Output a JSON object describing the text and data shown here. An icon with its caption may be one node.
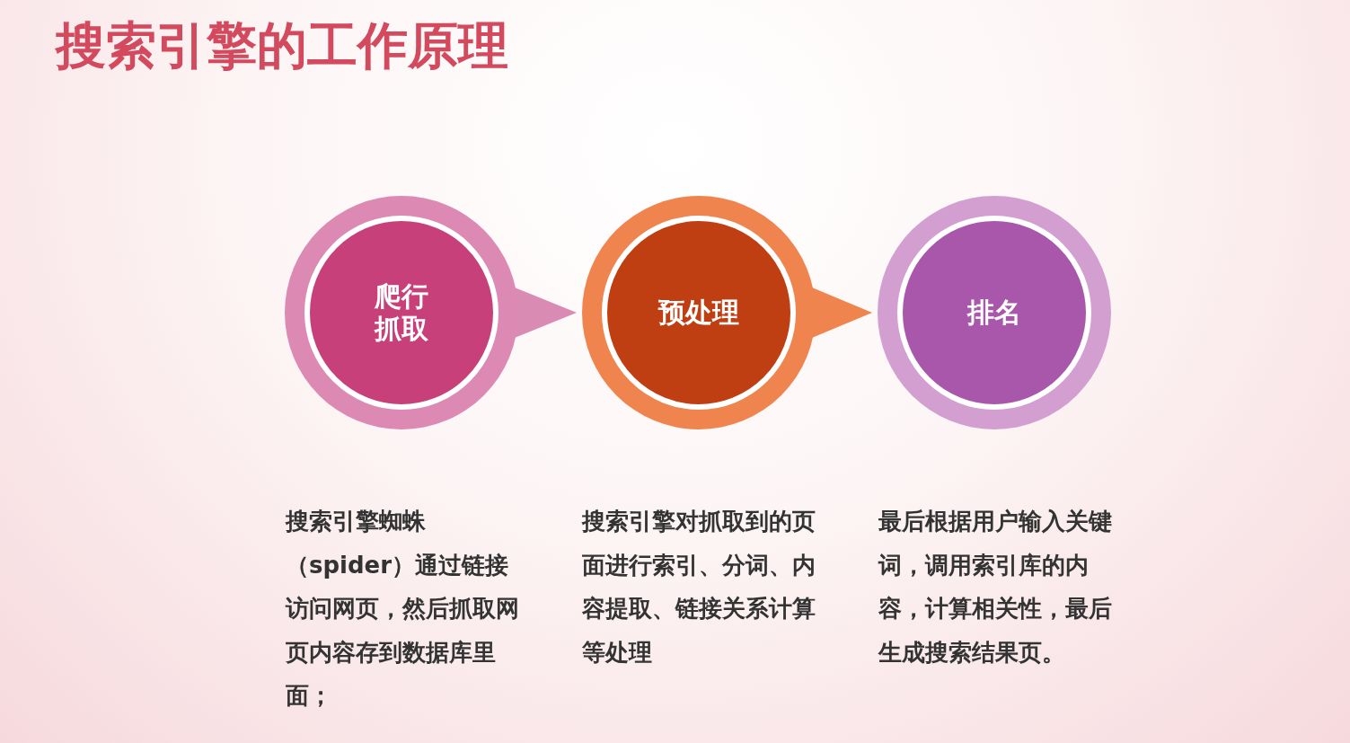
{
  "diagram": {
    "title": "搜索引擎的工作原理",
    "nodes": [
      {
        "text": [
          "爬行抓取"
        ],
        "beside": [
          "搜索引擎蜘蛛（spider）通过链接访问网页，然后抓取网页内容存到数据库里面；"
        ]
      },
      {
        "text": [
          "预处理"
        ],
        "beside": [
          "搜索引擎对抓取到的页面进行索引、分词、内容提取、链接关系计算等处理"
        ]
      },
      {
        "text": [
          "排名"
        ],
        "beside": [
          "最后根据用户输入关键词，调用索引库的内容，计算相关性，最后生成搜索结果页。"
        ]
      }
    ],
    "edges": [
      {
        "from": 0,
        "to": 1,
        "arrow": "to",
        "color": "#d98bb3"
      },
      {
        "from": 1,
        "to": 2,
        "arrow": "to",
        "color": "#f0844f"
      }
    ]
  }
}
